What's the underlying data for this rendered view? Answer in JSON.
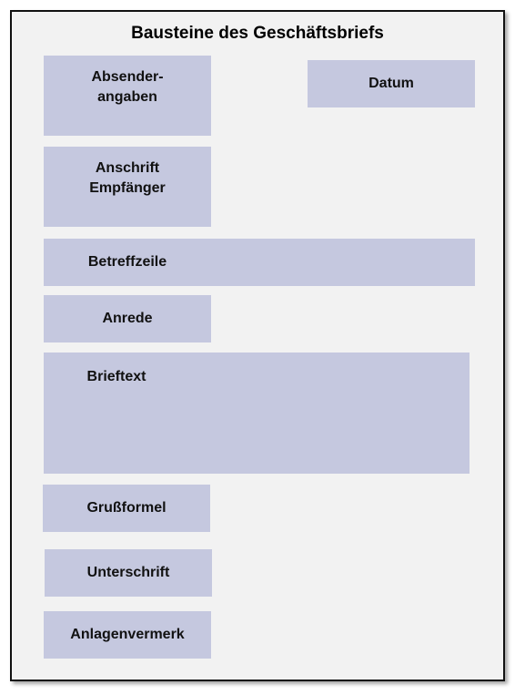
{
  "diagram": {
    "title": "Bausteine des Geschäftsbriefs",
    "blocks": {
      "absender_line1": "Absender-",
      "absender_line2": "angaben",
      "datum": "Datum",
      "anschrift_line1": "Anschrift",
      "anschrift_line2": "Empfänger",
      "betreffzeile": "Betreffzeile",
      "anrede": "Anrede",
      "brieftext": "Brieftext",
      "grussformel": "Grußformel",
      "unterschrift": "Unterschrift",
      "anlagenvermerk": "Anlagenvermerk"
    },
    "colors": {
      "block_fill": "#c5c8df",
      "background": "#f2f2f2",
      "border": "#111111"
    }
  }
}
